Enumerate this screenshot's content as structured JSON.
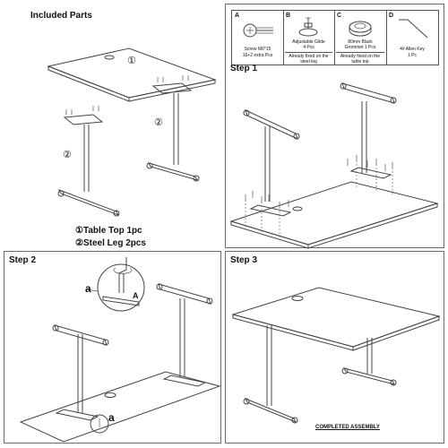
{
  "included_parts": {
    "title": "Included Parts",
    "table_top_marker": "①",
    "steel_leg_marker_left": "②",
    "steel_leg_marker_right": "②",
    "legend_line_1": "①Table Top 1pc",
    "legend_line_2": "②Steel Leg 2pcs"
  },
  "hardware": [
    {
      "letter": "A",
      "name": "Screw M6*15",
      "qty": "16+2 extra Pcs",
      "note": ""
    },
    {
      "letter": "B",
      "name": "Adjustable Glide",
      "qty": "4 Pcs",
      "note": "Already fixed on the steel leg"
    },
    {
      "letter": "C",
      "name": "80mm Black",
      "qty": "Grommet 1 Pcs",
      "note": "Already fixed on the table top"
    },
    {
      "letter": "D",
      "name": "4# Allen Key",
      "qty": "1 Pc",
      "note": ""
    }
  ],
  "step1": {
    "title": "Step 1"
  },
  "step2": {
    "title": "Step 2",
    "label_a_top": "a",
    "label_A": "A",
    "label_a_bottom": "a"
  },
  "step3": {
    "title": "Step 3",
    "caption": "COMPLETED ASSEMBLY"
  },
  "colors": {
    "line": "#444444",
    "border": "#6a6a6a"
  }
}
